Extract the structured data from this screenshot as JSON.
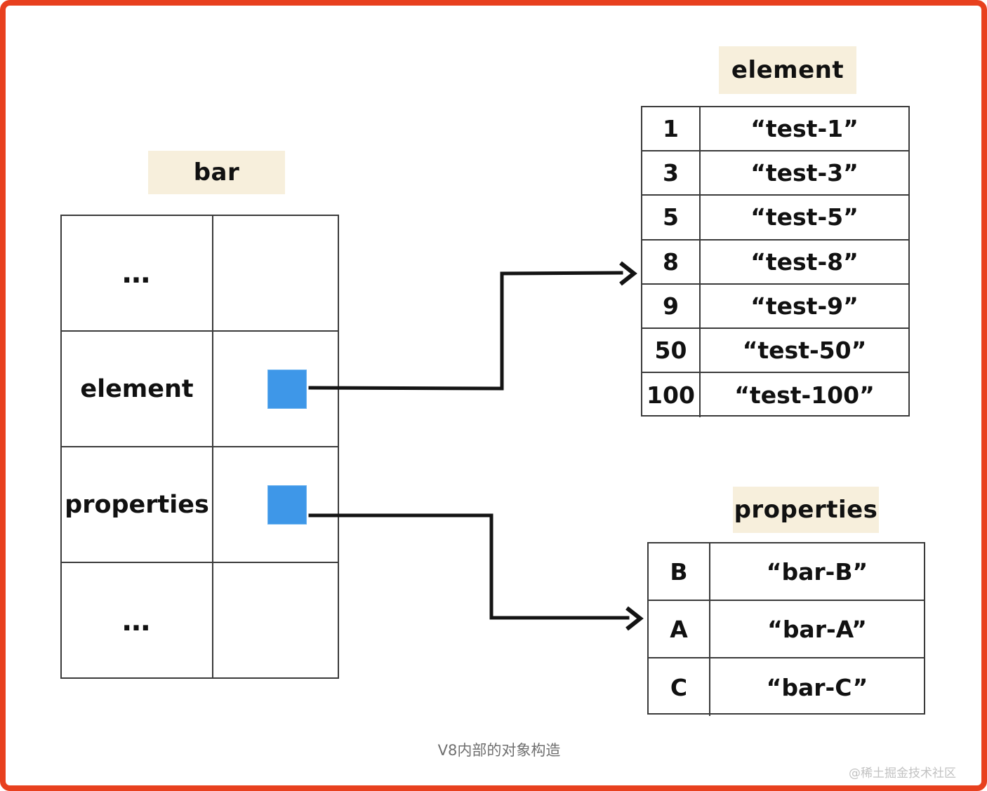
{
  "diagram": {
    "caption": "V8内部的对象构造",
    "watermark": "@稀土掘金技术社区",
    "colors": {
      "frame_border": "#E8401E",
      "highlight": "#F7EFDC",
      "pointer_box": "#3E97E8",
      "table_border": "#3A3A3A",
      "text": "#111111",
      "caption_text": "#6F6F6F",
      "watermark_text": "#C2C2C2"
    }
  },
  "bar_object": {
    "label": "bar",
    "rows": [
      {
        "key": "…",
        "value": "",
        "has_pointer": false
      },
      {
        "key": "element",
        "value": "",
        "has_pointer": true
      },
      {
        "key": "properties",
        "value": "",
        "has_pointer": true
      },
      {
        "key": "…",
        "value": "",
        "has_pointer": false
      }
    ]
  },
  "element_table": {
    "label": "element",
    "rows": [
      {
        "key": "1",
        "value": "“test-1”"
      },
      {
        "key": "3",
        "value": "“test-3”"
      },
      {
        "key": "5",
        "value": "“test-5”"
      },
      {
        "key": "8",
        "value": "“test-8”"
      },
      {
        "key": "9",
        "value": "“test-9”"
      },
      {
        "key": "50",
        "value": "“test-50”"
      },
      {
        "key": "100",
        "value": "“test-100”"
      }
    ]
  },
  "properties_table": {
    "label": "properties",
    "rows": [
      {
        "key": "B",
        "value": "“bar-B”"
      },
      {
        "key": "A",
        "value": "“bar-A”"
      },
      {
        "key": "C",
        "value": "“bar-C”"
      }
    ]
  },
  "connectors": [
    {
      "from": "bar.element.pointer",
      "to": "element_table.row.8"
    },
    {
      "from": "bar.properties.pointer",
      "to": "properties_table.row.A"
    }
  ]
}
